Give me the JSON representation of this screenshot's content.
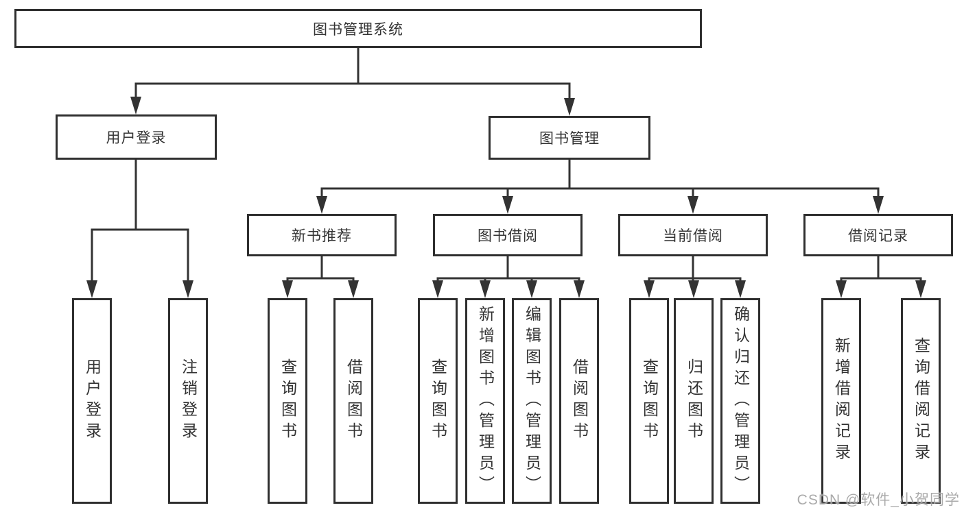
{
  "diagram": {
    "root": {
      "label": "图书管理系统"
    },
    "branches": [
      {
        "label": "用户登录",
        "children": [
          "用户登录",
          "注销登录"
        ]
      },
      {
        "label": "图书管理",
        "sections": [
          {
            "label": "新书推荐",
            "children": [
              "查询图书",
              "借阅图书"
            ]
          },
          {
            "label": "图书借阅",
            "children": [
              "查询图书",
              "新增图书（管理员）",
              "编辑图书（管理员）",
              "借阅图书"
            ]
          },
          {
            "label": "当前借阅",
            "children": [
              "查询图书",
              "归还图书",
              "确认归还（管理员）"
            ]
          },
          {
            "label": "借阅记录",
            "children": [
              "新增借阅记录",
              "查询借阅记录"
            ]
          }
        ]
      }
    ]
  },
  "watermark": "CSDN @软件_小贺同学",
  "colors": {
    "line": "#333333",
    "box_border": "#2f2f2f",
    "text": "#333333",
    "background": "#ffffff",
    "watermark": "#9e9e9e"
  }
}
